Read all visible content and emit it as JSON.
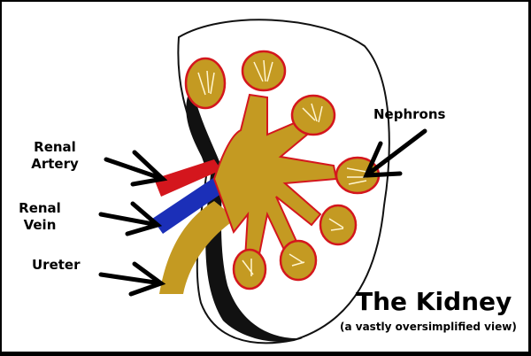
{
  "labels": {
    "renal_artery": [
      "Renal",
      "Artery"
    ],
    "renal_vein": [
      "Renal",
      "Vein"
    ],
    "ureter": "Ureter",
    "nephrons": "Nephrons"
  },
  "title": "The Kidney",
  "subtitle": "(a vastly oversimplified view)",
  "colors": {
    "gold": "#c49a22",
    "artery": "#d4161d",
    "vein": "#1b2fb8",
    "outline": "#111111"
  }
}
